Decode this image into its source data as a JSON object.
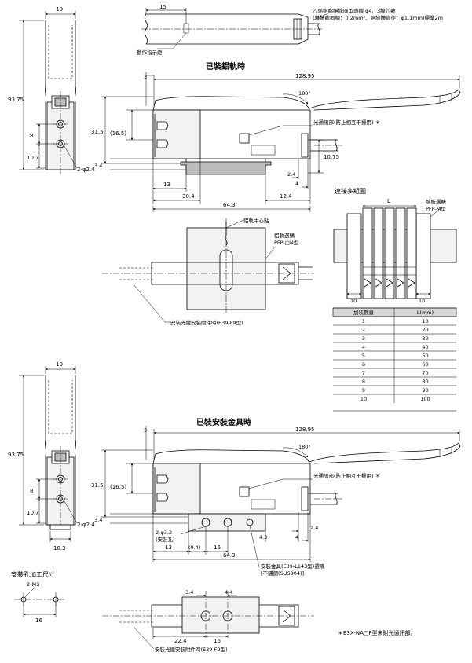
{
  "headings": {
    "rail_mounted": "已裝鋁軌時",
    "bracket_mounted": "已裝安裝金具時",
    "multi_connect": "連接多組圖",
    "mount_hole": "安裝孔加工尺寸"
  },
  "callouts": {
    "cable_line1": "乙烯樹脂絕緣圓型導線 φ4、3線芯數",
    "cable_line2": "(導體截面積：0.2mm²、絕緣體直徑：φ1.1mm)標準2m",
    "indicator": "動作指示燈",
    "light_comm": "光通訊部(防止相互干擾用) ＊",
    "rail_center": "鋁軌中心點",
    "rail_name1": "鋁軌選購",
    "rail_name2": "PFP-□N型",
    "fiber_attach_top": "安裝光纖安裝附件時(E39-F9型)",
    "end_plate1": "端板選購",
    "end_plate2": "PFP-M型",
    "hole_label1": "2-φ3.2",
    "hole_label2": "(安裝孔)",
    "bracket1": "安裝金具(E39-L143型)選購",
    "bracket2": "[不鏽鋼(SUS304)]",
    "fiber_attach_bottom": "安裝光纖安裝附件時(E39-F9型)",
    "footnote": "＊E3X-NA□F型未附光通訊部。",
    "m3": "2-M3",
    "l_symbol": "L"
  },
  "dims": {
    "d10": "10",
    "d15": "15",
    "d3": "3",
    "d12895": "128.95",
    "d180": "180°",
    "d9375": "93.75",
    "d315": "31.5",
    "d165": "(16.5)",
    "d8": "8",
    "d107": "10.7",
    "d24phi": "2-φ2.4",
    "d34": "3.4",
    "d13": "13",
    "d304": "30.4",
    "d643": "64.3",
    "d124": "12.4",
    "d1075": "10.75",
    "d24": "2.4",
    "d4": "4",
    "d103": "10.3",
    "d94": "(9.4)",
    "d16": "16",
    "d43": "4.3",
    "d44": "4.4",
    "d224": "22.4"
  },
  "table": {
    "headers": [
      "加裝數量",
      "L(mm)"
    ],
    "rows": [
      [
        "1",
        "10"
      ],
      [
        "2",
        "20"
      ],
      [
        "3",
        "30"
      ],
      [
        "4",
        "40"
      ],
      [
        "5",
        "50"
      ],
      [
        "6",
        "60"
      ],
      [
        "7",
        "70"
      ],
      [
        "8",
        "80"
      ],
      [
        "9",
        "90"
      ],
      [
        "10",
        "100"
      ]
    ]
  }
}
